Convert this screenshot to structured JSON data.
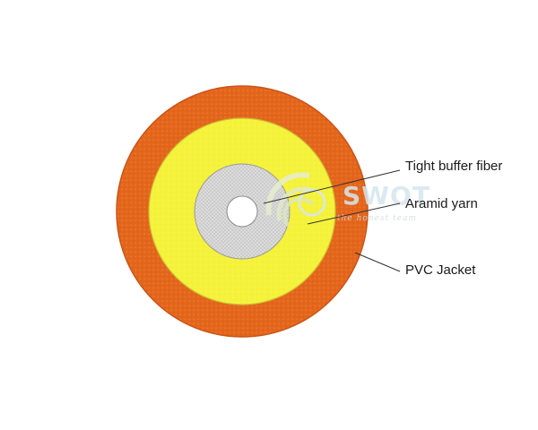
{
  "labels": {
    "tight_buffer": "Tight buffer fiber",
    "aramid_yarn": "Aramid yarn",
    "pvc_jacket": "PVC Jacket"
  },
  "watermark": {
    "brand": "SWOT",
    "tagline": "the honest team"
  },
  "colors": {
    "jacket": "#e4661c",
    "jacket_edge": "#c9541a",
    "jacket_texture": "#f09a32",
    "yarn_layer": "#f4f23a",
    "yarn_layer_edge": "#d8c83a",
    "buffer": "#cfcfcf",
    "buffer_edge": "#9a9a9a",
    "core": "#ffffff",
    "leader_line": "#333333",
    "watermark": "#d6e6ee"
  }
}
